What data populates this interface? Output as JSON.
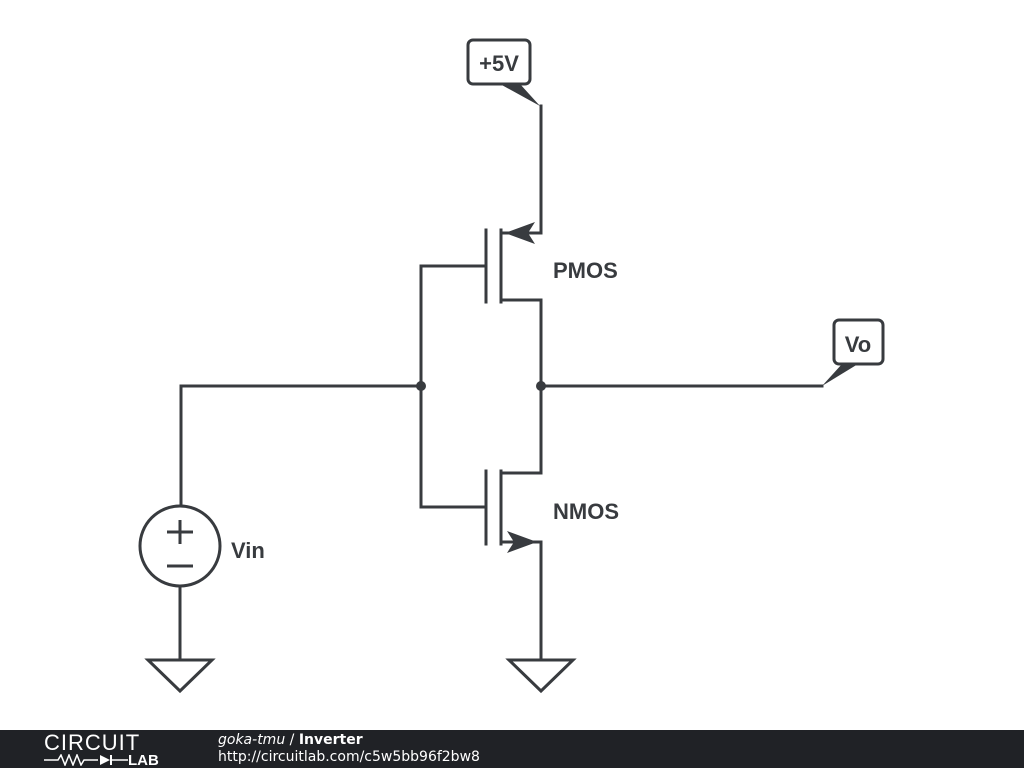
{
  "circuit": {
    "supply_label": "+5V",
    "output_label": "Vo",
    "pmos_label": "PMOS",
    "nmos_label": "NMOS",
    "source_label": "Vin",
    "source_plus": "+",
    "source_minus": "−"
  },
  "footer": {
    "logo_top": "CIRCUIT",
    "logo_bottom": "LAB",
    "author": "goka-tmu",
    "separator": " / ",
    "title": "Inverter",
    "url": "http://circuitlab.com/c5w5bb96f2bw8"
  },
  "colors": {
    "ink": "#383b3f",
    "footer_bg": "#202226",
    "background": "#ffffff"
  }
}
